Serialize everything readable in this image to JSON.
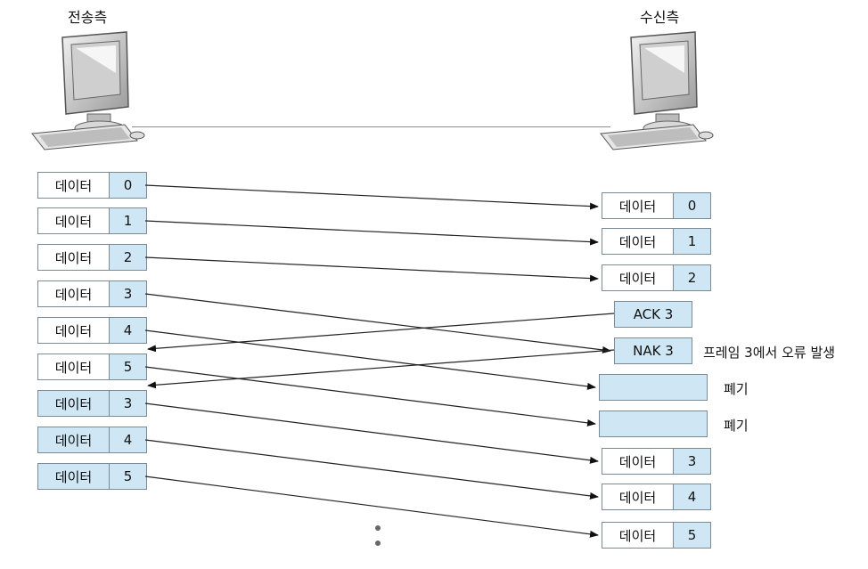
{
  "sender": {
    "title": "전송측"
  },
  "receiver": {
    "title": "수신측"
  },
  "sent_frames": [
    {
      "label": "데이터",
      "seq": "0",
      "resend": false
    },
    {
      "label": "데이터",
      "seq": "1",
      "resend": false
    },
    {
      "label": "데이터",
      "seq": "2",
      "resend": false
    },
    {
      "label": "데이터",
      "seq": "3",
      "resend": false
    },
    {
      "label": "데이터",
      "seq": "4",
      "resend": false
    },
    {
      "label": "데이터",
      "seq": "5",
      "resend": false
    },
    {
      "label": "데이터",
      "seq": "3",
      "resend": true
    },
    {
      "label": "데이터",
      "seq": "4",
      "resend": true
    },
    {
      "label": "데이터",
      "seq": "5",
      "resend": true
    }
  ],
  "received_frames": [
    {
      "label": "데이터",
      "seq": "0"
    },
    {
      "label": "데이터",
      "seq": "1"
    },
    {
      "label": "데이터",
      "seq": "2"
    },
    {
      "label": "데이터",
      "seq": "3"
    },
    {
      "label": "데이터",
      "seq": "4"
    },
    {
      "label": "데이터",
      "seq": "5"
    }
  ],
  "ack": {
    "text": "ACK 3"
  },
  "nak": {
    "text": "NAK 3",
    "note": "프레임 3에서 오류 발생"
  },
  "discards": [
    {
      "note": "폐기"
    },
    {
      "note": "폐기"
    }
  ]
}
